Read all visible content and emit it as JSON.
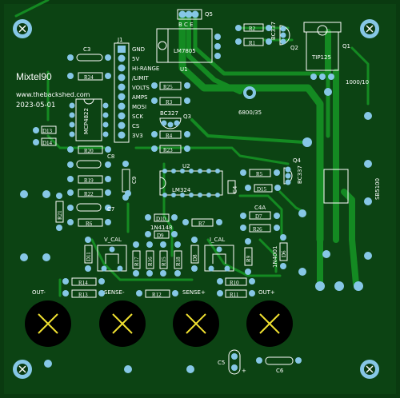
{
  "header": {
    "brand": "Mixtel90",
    "website": "www.thebackshed.com",
    "date": "2023-05-01"
  },
  "connector_j1": {
    "ref": "J1",
    "pins": [
      "GND",
      "5V",
      "HI-RANGE",
      "/LIMIT",
      "VOLTS",
      "AMPS",
      "MOSI",
      "SCK",
      "CS",
      "3V3"
    ]
  },
  "refs": {
    "u1": "U1",
    "u2": "U2",
    "q1": "Q1",
    "q2": "Q2",
    "q3": "Q3",
    "q4": "Q4",
    "q5": "Q5",
    "lm7805": "LM7805",
    "lm324": "LM324",
    "tip125": "TIP125",
    "mcp4822": "MCP4822",
    "bc337_q2": "BC337",
    "bc337_q4": "BC337",
    "bc327": "BC327",
    "cap_6800": "6800/35",
    "cap_1000": "1000/10",
    "sb5100": "SB5100",
    "c3": "C3",
    "c5": "C5",
    "c6": "C6",
    "c7": "C7",
    "c8": "C8",
    "c9": "C9",
    "c4a": "C4A",
    "c4": "C4",
    "d4148": "1N4148",
    "d4001": "1N4001",
    "v_cal": "V_CAL",
    "i_cal": "I_CAL",
    "bce": "B  C  E"
  },
  "resistors": {
    "r1": "R1",
    "r2": "R2",
    "r3": "R3",
    "r4": "R4",
    "r5": "R5",
    "r6": "R6",
    "r7": "R7",
    "r8": "R8",
    "r9": "R9",
    "r10": "R10",
    "r11": "R11",
    "r12": "R12",
    "r13": "R13",
    "r14": "R14",
    "r15": "R15",
    "r16": "R16",
    "r17": "R17",
    "r18": "R18",
    "r19": "R19",
    "r20": "R20",
    "r21": "R21",
    "r22": "R22",
    "r23": "R23",
    "r24": "R24",
    "r25": "R25",
    "r26": "R26"
  },
  "diodes": {
    "d6": "D6",
    "d7": "D7",
    "d8": "D8",
    "d9": "D9",
    "d10": "D10",
    "d11": "D11",
    "d13": "D13",
    "d14": "D14",
    "d15": "D15"
  },
  "terminals": {
    "out_minus": "OUT-",
    "sense_minus": "SENSE-",
    "sense_plus": "SENSE+",
    "out_plus": "OUT+"
  },
  "colors": {
    "board": "#0a3a10",
    "copper": "#148a22",
    "silkscreen": "#ffffff",
    "pad": "#86c7e6",
    "header_text": "#ffffff"
  }
}
